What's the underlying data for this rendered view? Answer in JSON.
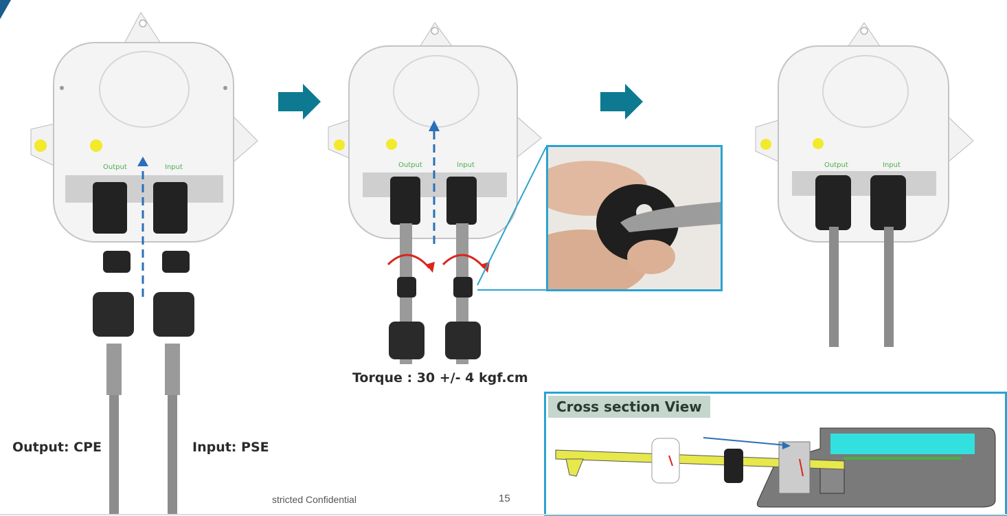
{
  "slide": {
    "page_number": "15",
    "footer_text": "stricted Confidential",
    "accent_color": "#2aa3d0",
    "arrow_color": "#0d7a92"
  },
  "labels": {
    "output": "Output: CPE",
    "input": "Input: PSE",
    "torque": "Torque : 30 +/- 4 kgf.cm",
    "port_output": "Output",
    "port_input": "Input"
  },
  "cross_section": {
    "title": "Cross section View"
  }
}
